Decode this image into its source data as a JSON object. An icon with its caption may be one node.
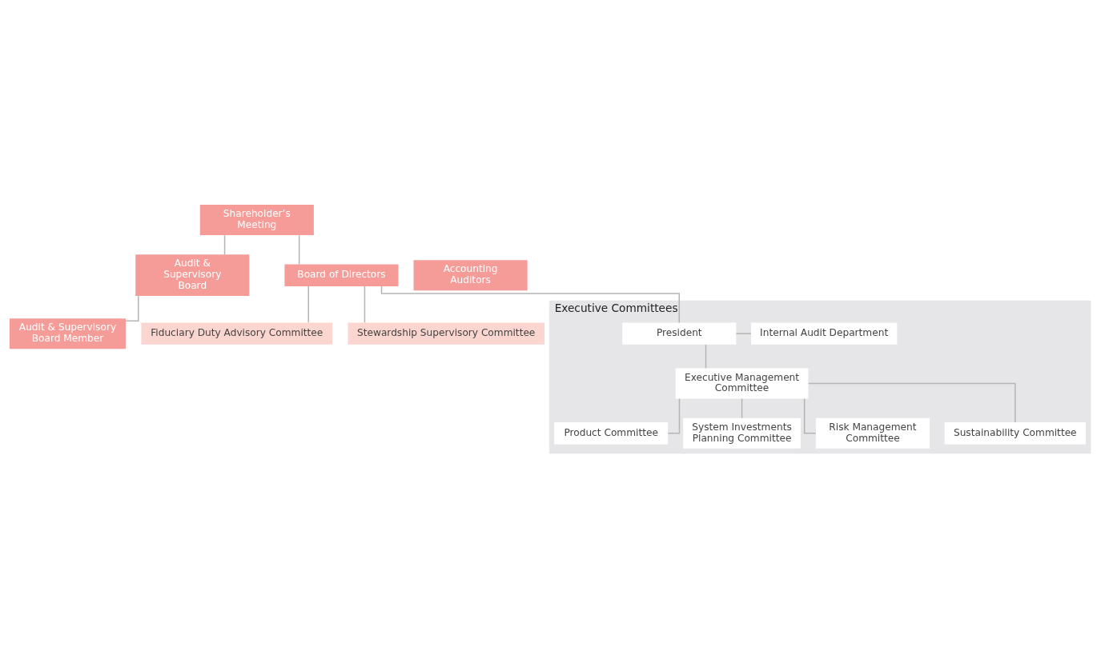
{
  "diagram": {
    "nodes": [
      {
        "text": [
          "Shareholder’s Meeting"
        ]
      },
      {
        "text": [
          "Accounting Auditors"
        ]
      },
      {
        "text": [
          "Audit & Supervisory Board"
        ]
      },
      {
        "text": [
          "Board of Directors"
        ]
      },
      {
        "text": [
          "Audit & Supervisory Board Member"
        ]
      },
      {
        "text": [
          "Fiduciary Duty Advisory Committee"
        ]
      },
      {
        "text": [
          "Stewardship Supervisory Committee"
        ]
      },
      {
        "text": [
          "Executive Committees"
        ]
      },
      {
        "text": [
          "President"
        ],
        "in": 7
      },
      {
        "text": [
          "Internal Audit Department"
        ],
        "in": 7
      },
      {
        "text": [
          "Executive Management Committee"
        ],
        "in": 7
      },
      {
        "text": [
          "Product Committee"
        ],
        "in": 7
      },
      {
        "text": [
          "System Investments Planning Committee"
        ],
        "in": 7
      },
      {
        "text": [
          "Risk Management Committee"
        ],
        "in": 7
      },
      {
        "text": [
          "Sustainability Committee"
        ],
        "in": 7
      }
    ],
    "edges": [
      {
        "from": 0,
        "to": 2,
        "arrow": "none"
      },
      {
        "from": 0,
        "to": 3,
        "arrow": "none"
      },
      {
        "from": 2,
        "to": 4,
        "arrow": "none"
      },
      {
        "from": 3,
        "to": 5,
        "arrow": "none"
      },
      {
        "from": 3,
        "to": 6,
        "arrow": "none"
      },
      {
        "from": 3,
        "to": 8,
        "arrow": "none"
      },
      {
        "from": 8,
        "to": 9,
        "arrow": "none"
      },
      {
        "from": 8,
        "to": 10,
        "arrow": "none"
      },
      {
        "from": 10,
        "to": 11,
        "arrow": "none"
      },
      {
        "from": 10,
        "to": 12,
        "arrow": "none"
      },
      {
        "from": 10,
        "to": 13,
        "arrow": "none"
      },
      {
        "from": 10,
        "to": 14,
        "arrow": "none"
      }
    ]
  }
}
